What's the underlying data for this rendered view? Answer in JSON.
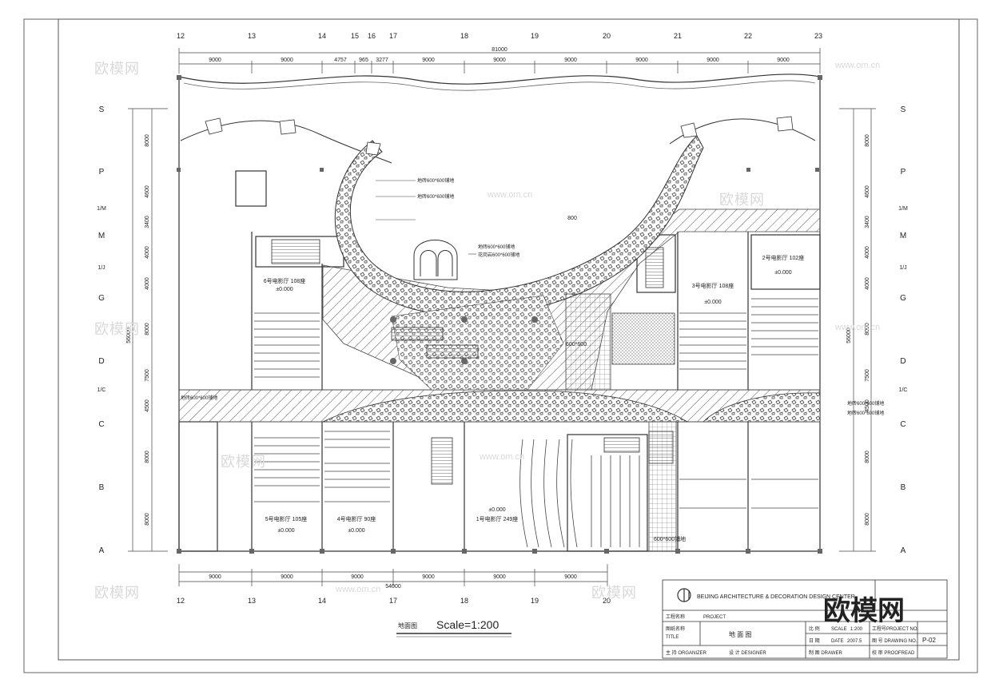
{
  "drawing": {
    "overall_top": "81000",
    "overall_bottom": "54000",
    "overall_left": "56000",
    "overall_right": "56000",
    "scale_caption": "地面图",
    "scale_label": "Scale=1:200",
    "top_axes": [
      "12",
      "13",
      "14",
      "15",
      "16",
      "17",
      "18",
      "19",
      "20",
      "21",
      "22",
      "23"
    ],
    "bottom_axes": [
      "12",
      "13",
      "14",
      "17",
      "18",
      "19",
      "20"
    ],
    "row_axes": [
      "S",
      "P",
      "1/M",
      "M",
      "1/J",
      "G",
      "D",
      "1/C",
      "C",
      "B",
      "A"
    ],
    "top_dims": [
      "9000",
      "9000",
      "4757",
      "965",
      "3277",
      "9000",
      "9000",
      "9000",
      "9000",
      "9000",
      "9000"
    ],
    "bottom_dims": [
      "9000",
      "9000",
      "9000",
      "9000",
      "9000",
      "9000"
    ],
    "side_dims": [
      "8000",
      "4600",
      "3400",
      "4000",
      "4000",
      "8000",
      "7500",
      "4500",
      "8000",
      "8000"
    ],
    "rooms": {
      "h6": "6号电影厅 108座",
      "h3": "3号电影厅 108座",
      "h2": "2号电影厅 102座",
      "h5": "5号电影厅 105座",
      "h4": "4号电影厅 90座",
      "h1": "1号电影厅 249座"
    },
    "levels": [
      "±0.000",
      "±0.000",
      "±0.000",
      "±0.000",
      "±0.000",
      "±0.000"
    ],
    "tile_notes": {
      "t1": "地砖600*600铺地",
      "t2": "地砖600*600铺地",
      "t3": "地砖600*600铺地",
      "t4": "花岗岩600*600铺地",
      "t5": "600*600",
      "t6": "地砖600*600铺地",
      "t7": "地砖600*600铺地",
      "t8": "地砖600*600铺地",
      "t9": "600*600铺地"
    },
    "small_label": "800"
  },
  "title_block": {
    "company": "BEIJING ARCHITECTURE & DECORATION DESIGN CENTER",
    "project_cn": "工程名称",
    "project_en": "PROJECT",
    "title_cn": "图纸名称",
    "title_en": "TITLE",
    "drawing_name": "地 面 图",
    "scale_cn": "比 例",
    "scale_en": "SCALE",
    "scale_val": "1:200",
    "project_no": "工程号PROJECT NO.",
    "date_cn": "日 期",
    "date_en": "DATE",
    "date_val": "2007.5",
    "drawing_no": "图 号 DRAWING NO.",
    "drawing_no_val": "P-02",
    "director": "主 持 ORGANIZER",
    "designer": "设 计 DESIGNER",
    "drawer": "制 图 DRAWER",
    "checker": "校 审 PROOFREAD"
  },
  "watermark": {
    "brand": "欧模网",
    "url": "www.om.cn"
  },
  "colors": {
    "line": "#333333",
    "light": "#bbbbbb",
    "watermark": "#d9d9d9"
  }
}
